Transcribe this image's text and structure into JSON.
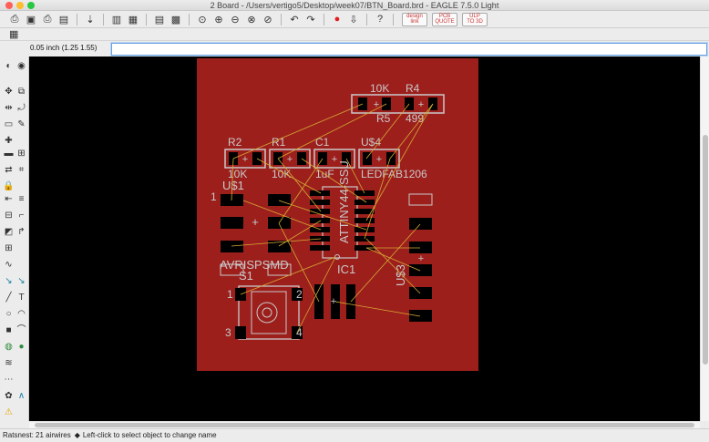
{
  "window": {
    "title": "2 Board - /Users/vertigo5/Desktop/week07/BTN_Board.brd - EAGLE 7.5.0 Light",
    "colors": {
      "close": "#ff5f57",
      "minimize": "#febc2e",
      "maximize": "#28c840"
    }
  },
  "toolbar": {
    "buttons": [
      {
        "name": "open-icon",
        "glyph": "⎙"
      },
      {
        "name": "save-icon",
        "glyph": "▣"
      },
      {
        "name": "print-icon",
        "glyph": "⎙"
      },
      {
        "name": "cam-icon",
        "glyph": "▤"
      },
      {
        "name": "sep"
      },
      {
        "name": "script-icon",
        "glyph": "⇣"
      },
      {
        "name": "sep"
      },
      {
        "name": "board-layout-icon",
        "glyph": "▥"
      },
      {
        "name": "schematic-icon",
        "glyph": "▦"
      },
      {
        "name": "sep"
      },
      {
        "name": "layer-settings-icon",
        "glyph": "▤"
      },
      {
        "name": "layer-color-icon",
        "glyph": "▩"
      },
      {
        "name": "sep"
      },
      {
        "name": "zoom-fit-icon",
        "glyph": "⊙"
      },
      {
        "name": "zoom-in-icon",
        "glyph": "⊕"
      },
      {
        "name": "zoom-out-icon",
        "glyph": "⊖"
      },
      {
        "name": "redraw-icon",
        "glyph": "⊗"
      },
      {
        "name": "zoom-select-icon",
        "glyph": "⊘"
      },
      {
        "name": "sep"
      },
      {
        "name": "undo-icon",
        "glyph": "↶"
      },
      {
        "name": "redo-icon",
        "glyph": "↷"
      },
      {
        "name": "sep"
      },
      {
        "name": "stop-icon",
        "glyph": "●",
        "color": "#e02020"
      },
      {
        "name": "go-icon",
        "glyph": "⇩"
      },
      {
        "name": "sep"
      },
      {
        "name": "help-icon",
        "glyph": "?"
      },
      {
        "name": "sep"
      }
    ],
    "links": [
      {
        "name": "design-link-button",
        "top": "design",
        "bottom": "link"
      },
      {
        "name": "pcb-quote-button",
        "top": "PCB",
        "bottom": "QUOTE"
      },
      {
        "name": "ulp-to-3d-button",
        "top": "ULP",
        "bottom": "TO 3D"
      }
    ]
  },
  "command": {
    "coordinate": "0.05 inch (1.25 1.55)",
    "input": ""
  },
  "board": {
    "colors": {
      "board": "#9c1f1c",
      "pad": "#000000",
      "outline": "#c9c9c9",
      "airwire": "#d7aa33"
    },
    "labels": {
      "r4_value": "10K",
      "r4_name": "R4",
      "r5_name": "R5",
      "r5_value": "499",
      "r2_name": "R2",
      "r1_name": "R1",
      "c1_name": "C1",
      "u4_name": "U$4",
      "r2_value": "10K",
      "r1_value": "10K",
      "c1_value": "1uF",
      "u4_value": "LEDFAB1206",
      "u1_name": "U$1",
      "pin_one": "1",
      "attiny": "ATTINY44-SSU",
      "ic1": "IC1",
      "avr": "AVRISPSMD",
      "s1": "S1",
      "u3": "U$3",
      "sw_pin1": "1",
      "sw_pin2": "2",
      "sw_pin3": "3",
      "sw_pin4": "4"
    }
  },
  "status": {
    "ratsnest": "Ratsnest: 21 airwires",
    "hint": "Left-click to select object to change name"
  }
}
